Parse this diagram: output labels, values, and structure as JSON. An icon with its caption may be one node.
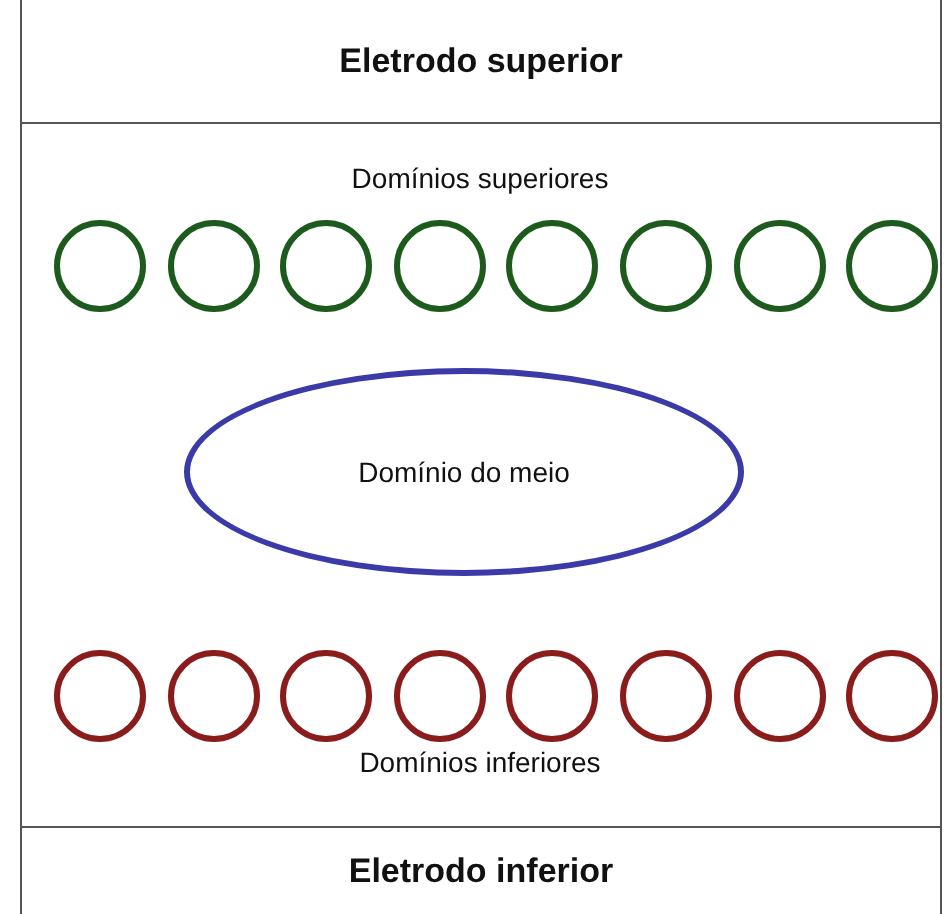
{
  "diagram": {
    "nodes": [
      {
        "text": [
          "Eletrodo superior"
        ]
      },
      {
        "text": [],
        "shape": "circle"
      },
      {
        "text": [],
        "shape": "circle"
      },
      {
        "text": [],
        "shape": "circle"
      },
      {
        "text": [],
        "shape": "circle"
      },
      {
        "text": [],
        "shape": "circle"
      },
      {
        "text": [],
        "shape": "circle"
      },
      {
        "text": [],
        "shape": "circle"
      },
      {
        "text": [],
        "shape": "circle"
      },
      {
        "text": [
          "Domínio do meio"
        ]
      },
      {
        "text": [],
        "shape": "circle"
      },
      {
        "text": [],
        "shape": "circle"
      },
      {
        "text": [],
        "shape": "circle"
      },
      {
        "text": [],
        "shape": "circle"
      },
      {
        "text": [],
        "shape": "circle"
      },
      {
        "text": [],
        "shape": "circle"
      },
      {
        "text": [],
        "shape": "circle"
      },
      {
        "text": [],
        "shape": "circle"
      },
      {
        "text": [
          "Eletrodo inferior"
        ]
      }
    ],
    "labels": [
      "Domínios superiores",
      "Domínios inferiores"
    ]
  }
}
